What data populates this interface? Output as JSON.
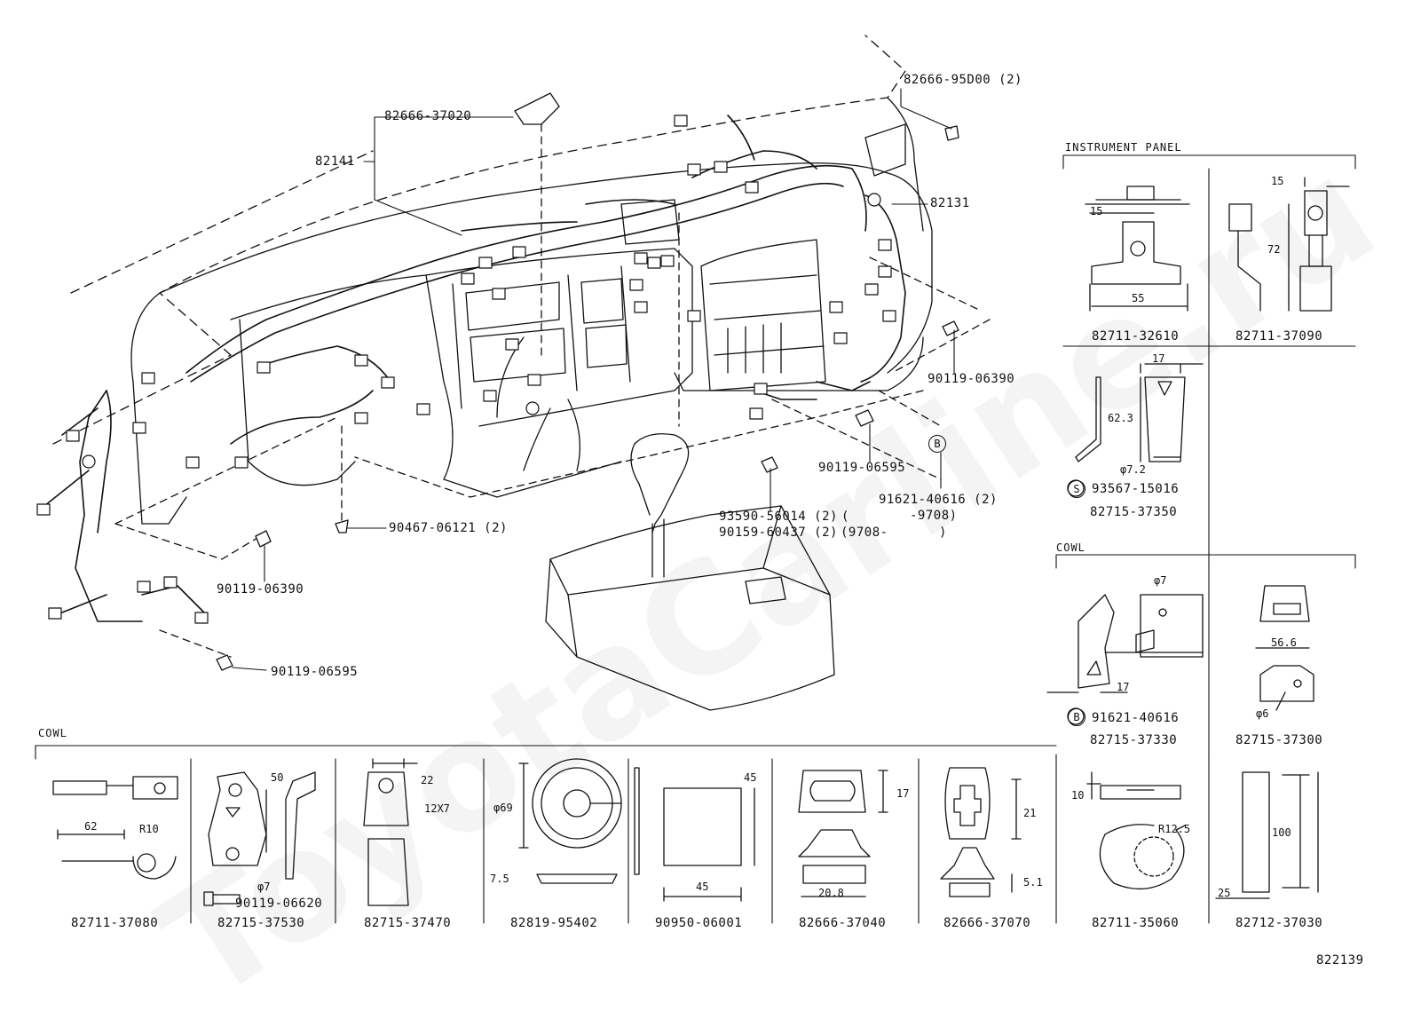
{
  "diagram_code": "822139",
  "watermark": "ToyotaCarline.ru",
  "sections": {
    "instrument_panel": "INSTRUMENT PANEL",
    "cowl_right": "COWL",
    "cowl_bottom": "COWL"
  },
  "labels": {
    "p82666_95D00": "82666-95D00 (2)",
    "p82666_37020": "82666-37020",
    "p82141": "82141",
    "p82131": "82131",
    "p90119_06390_r": "90119-06390",
    "p90119_06595_r": "90119-06595",
    "p91621_40616": "91621-40616 (2)",
    "p9708_a": "-9708)",
    "p93590_56014": "93590-56014 (2)",
    "paren_open": "(",
    "p90159_60437": "90159-60437 (2)",
    "p9708_b": "(9708-",
    "paren_close": ")",
    "p90467_06121": "90467-06121 (2)",
    "p90119_06390_l": "90119-06390",
    "p90119_06595_l": "90119-06595"
  },
  "details": {
    "d82711_32610": "82711-32610",
    "d82711_37090": "82711-37090",
    "d82715_37350": "82715-37350",
    "d93567_15016": "93567-15016",
    "d91621_40616": "91621-40616",
    "d82715_37330": "82715-37330",
    "d82715_37300": "82715-37300",
    "d82711_37080": "82711-37080",
    "d82715_37530": "82715-37530",
    "d90119_06620": "90119-06620",
    "d82715_37470": "82715-37470",
    "d82819_95402": "82819-95402",
    "d90950_06001": "90950-06001",
    "d82666_37040": "82666-37040",
    "d82666_37070": "82666-37070",
    "d82711_35060": "82711-35060",
    "d82712_37030": "82712-37030"
  },
  "dimensions": {
    "ip_15a": "15",
    "ip_55": "55",
    "ip_15b": "15",
    "ip_72": "72",
    "ip_17": "17",
    "ip_62_3": "62.3",
    "ip_7_2": "φ7.2",
    "c_7": "φ7",
    "c_17": "17",
    "c_56_6": "56.6",
    "c_6": "φ6",
    "b_50": "50",
    "b_62": "62",
    "b_r10": "R10",
    "b_7": "φ7",
    "b_22": "22",
    "b_12x7": "12X7",
    "b_69": "φ69",
    "b_7_5": "7.5",
    "b_45a": "45",
    "b_45b": "45",
    "b_17": "17",
    "b_20_8": "20.8",
    "b_21": "21",
    "b_5_1": "5.1",
    "b_10": "10",
    "b_r12_5": "R12.5",
    "b_100": "100",
    "b_25": "25"
  },
  "callout_letters": {
    "b_main": "B",
    "b_detail": "B",
    "s_detail": "S"
  }
}
